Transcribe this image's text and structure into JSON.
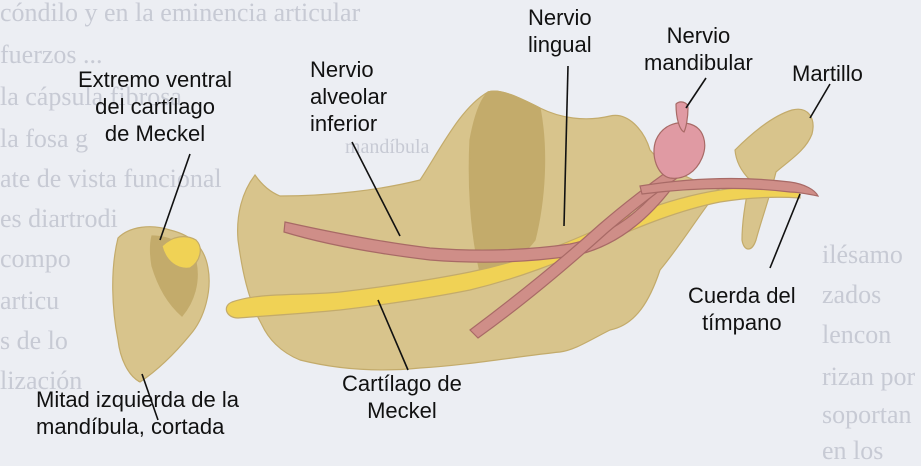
{
  "background_text": {
    "left_lines": [
      "cóndilo y en la eminencia articular",
      "fuerzos ...",
      "la cápsula fibrosa",
      "la fosa g",
      "ate de vista funcional",
      "es diartrodi",
      "compo",
      "articu",
      "s de lo",
      "lización"
    ],
    "right_lines": [
      "ilésamo",
      "zados",
      "lencon",
      "rizan por",
      "soportan",
      "en los"
    ],
    "caption_fragment": "mandíbula"
  },
  "labels": {
    "meckel_ventral": [
      "Extremo ventral",
      "del cartílago",
      "de Meckel"
    ],
    "alveolar_nerve": [
      "Nervio",
      "alveolar",
      "inferior"
    ],
    "lingual_nerve": [
      "Nervio",
      "lingual"
    ],
    "mandibular_nerve": [
      "Nervio",
      "mandibular"
    ],
    "malleus": [
      "Martillo"
    ],
    "chorda_tympani": [
      "Cuerda del",
      "tímpano"
    ],
    "meckel_cartilage": [
      "Cartílago de",
      "Meckel"
    ],
    "mandible_half": [
      "Mitad izquierda de la",
      "mandíbula, cortada"
    ]
  },
  "colors": {
    "bone": "#d8c48c",
    "bone_dark": "#c3ab6b",
    "cartilage": "#f0d255",
    "nerve": "#cf8e88",
    "nerve_dark": "#a86a66",
    "ganglion": "#e09aa3"
  }
}
